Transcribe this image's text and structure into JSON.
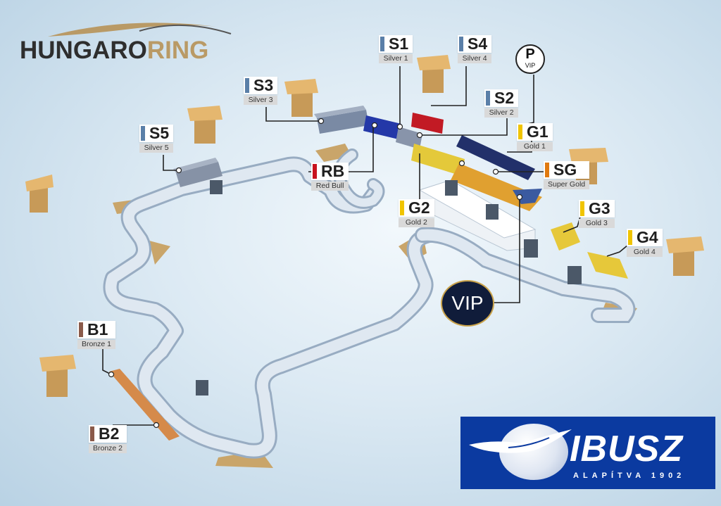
{
  "logo": {
    "part1": "HUNGARO",
    "part2": "RING"
  },
  "parking": {
    "symbol": "P",
    "label": "VIP"
  },
  "vip_zone": {
    "label": "VIP"
  },
  "stands": [
    {
      "code": "S1",
      "name": "Silver 1",
      "category": "silver"
    },
    {
      "code": "S4",
      "name": "Silver 4",
      "category": "silver"
    },
    {
      "code": "S3",
      "name": "Silver 3",
      "category": "silver"
    },
    {
      "code": "S2",
      "name": "Silver 2",
      "category": "silver"
    },
    {
      "code": "S5",
      "name": "Silver 5",
      "category": "silver"
    },
    {
      "code": "G1",
      "name": "Gold 1",
      "category": "gold"
    },
    {
      "code": "RB",
      "name": "Red Bull",
      "category": "redbull"
    },
    {
      "code": "SG",
      "name": "Super Gold",
      "category": "supergold"
    },
    {
      "code": "G2",
      "name": "Gold 2",
      "category": "gold"
    },
    {
      "code": "G3",
      "name": "Gold 3",
      "category": "gold"
    },
    {
      "code": "G4",
      "name": "Gold 4",
      "category": "gold"
    },
    {
      "code": "B1",
      "name": "Bronze 1",
      "category": "bronze"
    },
    {
      "code": "B2",
      "name": "Bronze 2",
      "category": "bronze"
    }
  ],
  "colors": {
    "silver": "#5a7fa8",
    "gold": "#f0c400",
    "bronze": "#8a5a4a",
    "redbull": "#c8121e",
    "supergold": "#e07a10",
    "track": "#c9d7e6",
    "vip_navy": "#101c3a"
  },
  "sponsor": {
    "name": "IBUSZ",
    "tagline": "ALAPÍTVA 1902"
  }
}
